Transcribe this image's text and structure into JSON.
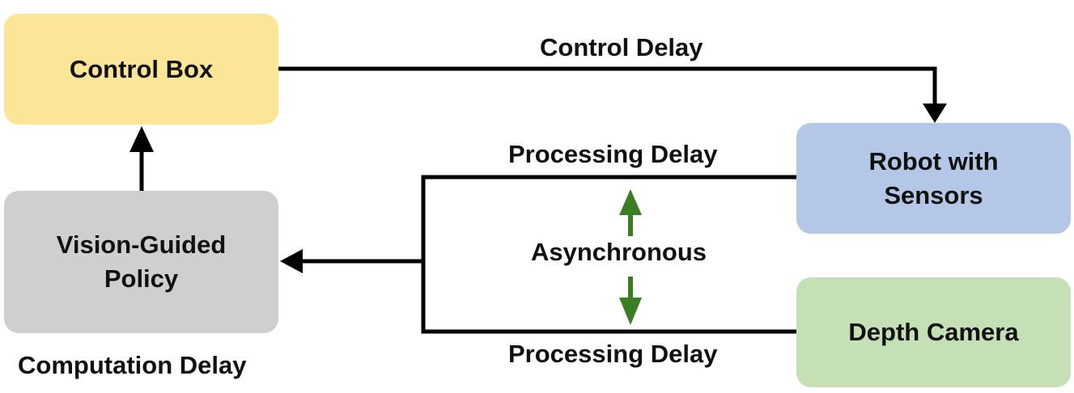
{
  "nodes": {
    "control_box": {
      "label": "Control Box",
      "color": "#fde598"
    },
    "policy": {
      "label": "Vision-Guided\nPolicy",
      "color": "#d0cece"
    },
    "robot": {
      "label": "Robot with\nSensors",
      "color": "#b4c7e7"
    },
    "camera": {
      "label": "Depth Camera",
      "color": "#c5e0b4"
    }
  },
  "edges": {
    "control_delay": "Control Delay",
    "processing_delay_top": "Processing Delay",
    "processing_delay_bottom": "Processing Delay",
    "asynchronous": "Asynchronous",
    "computation_delay": "Computation Delay"
  },
  "colors": {
    "line": "#000000",
    "async_arrow": "#3a7d22"
  }
}
